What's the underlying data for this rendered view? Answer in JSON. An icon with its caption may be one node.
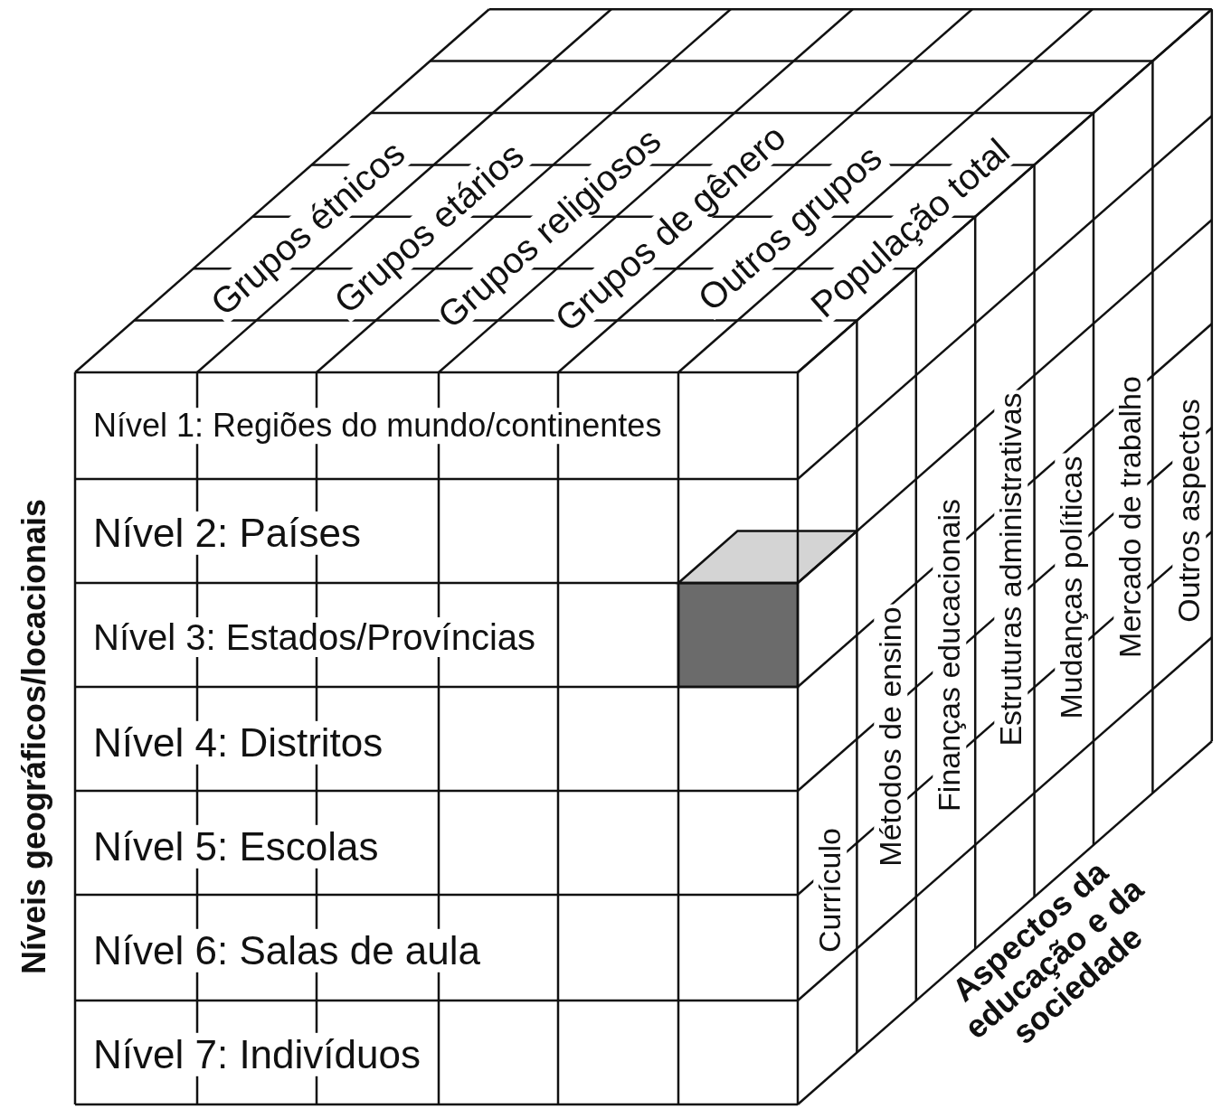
{
  "diagram": {
    "labels": [
      "Grupos étnicos",
      "Grupos etários",
      "Grupos religiosos",
      "Grupos de gênero",
      "Outros grupos",
      "População total",
      "Nível 1: Regiões do mundo/continentes",
      "Nível 2: Países",
      "Nível 3: Estados/Províncias",
      "Nível 4: Distritos",
      "Nível 5: Escolas",
      "Nível 6: Salas de aula",
      "Nível 7: Indivíduos",
      "Currículo",
      "Métodos de ensino",
      "Finanças educacionais",
      "Estruturas administrativas",
      "Mudanças políticas",
      "Mercado de trabalho",
      "Outros aspectos",
      "Níveis geográficos/locacionais",
      "Aspectos da educação e da sociedade"
    ]
  }
}
